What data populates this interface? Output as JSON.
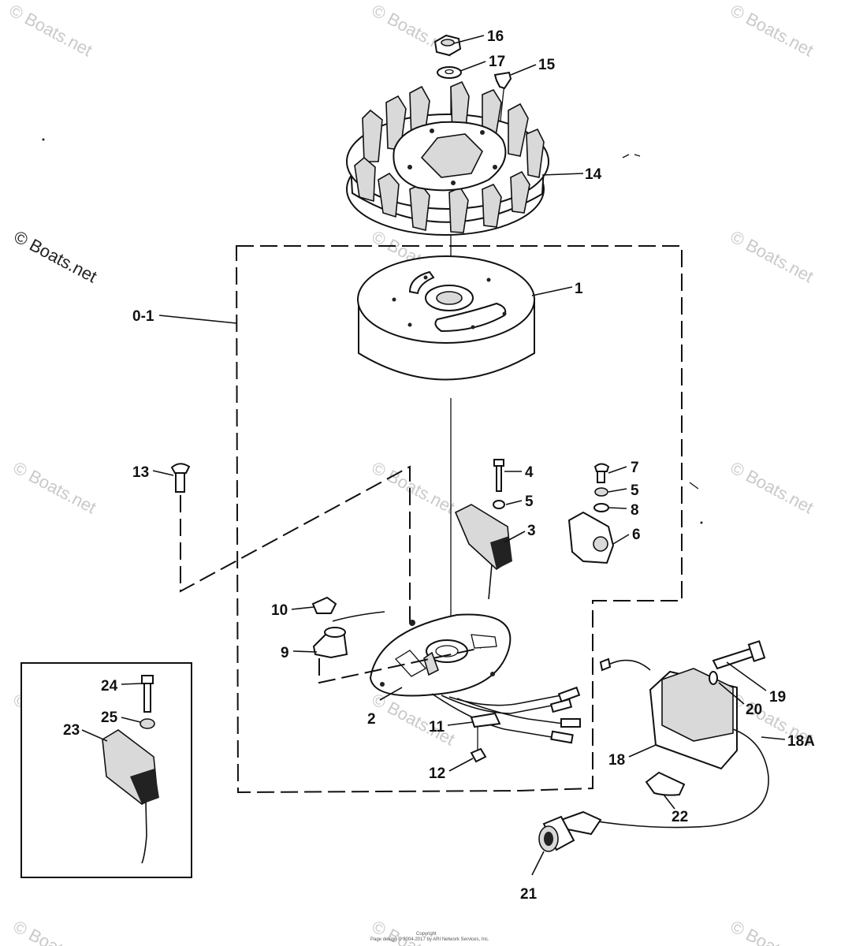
{
  "watermark": {
    "text": "© Boats.net",
    "text_dark": "© Boats.net"
  },
  "footer": {
    "line1": "Copyright",
    "line2": "Page design © 2004-2017 by ARI Network Services, Inc."
  },
  "callouts": {
    "c16": "16",
    "c17": "17",
    "c15": "15",
    "c14": "14",
    "c1": "1",
    "c01": "0-1",
    "c13": "13",
    "c4": "4",
    "c5a": "5",
    "c3": "3",
    "c7": "7",
    "c5b": "5",
    "c8": "8",
    "c6": "6",
    "c10": "10",
    "c9": "9",
    "c2": "2",
    "c11": "11",
    "c12": "12",
    "c24": "24",
    "c25": "25",
    "c23": "23",
    "c19": "19",
    "c20": "20",
    "c18A": "18A",
    "c18": "18",
    "c22": "22",
    "c21": "21"
  }
}
